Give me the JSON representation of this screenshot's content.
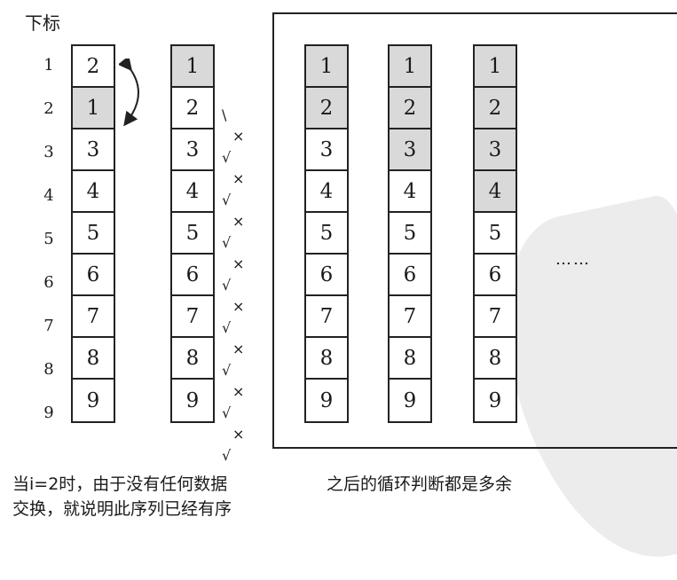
{
  "heading": "下标",
  "indices": [
    "1",
    "2",
    "3",
    "4",
    "5",
    "6",
    "7",
    "8",
    "9"
  ],
  "columns": [
    {
      "values": [
        "2",
        "1",
        "3",
        "4",
        "5",
        "6",
        "7",
        "8",
        "9"
      ],
      "highlight": [
        1
      ]
    },
    {
      "values": [
        "1",
        "2",
        "3",
        "4",
        "5",
        "6",
        "7",
        "8",
        "9"
      ],
      "highlight": [
        0
      ]
    },
    {
      "values": [
        "1",
        "2",
        "3",
        "4",
        "5",
        "6",
        "7",
        "8",
        "9"
      ],
      "highlight": [
        0,
        1
      ]
    },
    {
      "values": [
        "1",
        "2",
        "3",
        "4",
        "5",
        "6",
        "7",
        "8",
        "9"
      ],
      "highlight": [
        0,
        1,
        2
      ]
    },
    {
      "values": [
        "1",
        "2",
        "3",
        "4",
        "5",
        "6",
        "7",
        "8",
        "9"
      ],
      "highlight": [
        0,
        1,
        2,
        3
      ]
    }
  ],
  "marks": [
    "\\",
    "×",
    "√",
    "×",
    "√",
    "×",
    "√",
    "×",
    "√",
    "×",
    "√",
    "×",
    "√",
    "×",
    "√",
    "×",
    "√"
  ],
  "dots": "……",
  "caption_left_1": "当i=2时，由于没有任何数据",
  "caption_left_2": "交换，就说明此序列已经有序",
  "caption_right": "之后的循环判断都是多余",
  "highlight_color": "#d9d9d9"
}
